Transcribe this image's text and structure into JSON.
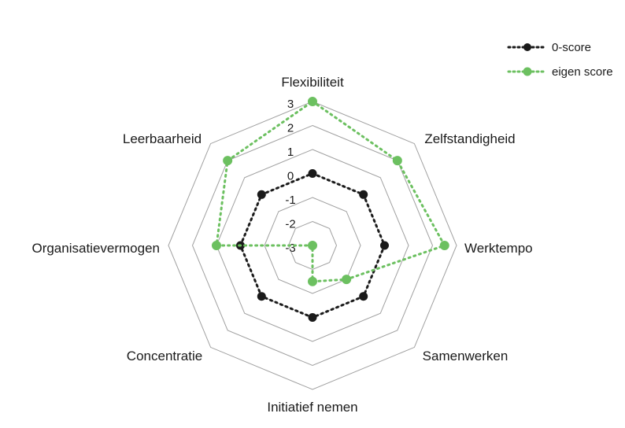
{
  "chart_data": {
    "type": "radar",
    "axes": [
      "Flexibiliteit",
      "Zelfstandigheid",
      "Werktempo",
      "Samenwerken",
      "Initiatief nemen",
      "Concentratie",
      "Organisatievermogen",
      "Leerbaarheid"
    ],
    "range": [
      -3,
      3
    ],
    "ticks": [
      "3",
      "2",
      "1",
      "0",
      "-1",
      "-2",
      "-3"
    ],
    "tick_values": [
      3,
      2,
      1,
      0,
      -1,
      -2,
      -3
    ],
    "series": [
      {
        "name": "0-score",
        "color": "#1a1a1a",
        "values": [
          0,
          0,
          0,
          0,
          0,
          0,
          0,
          0
        ]
      },
      {
        "name": "eigen score",
        "color": "#6cc060",
        "values": [
          3,
          2,
          2.5,
          -1,
          -1.5,
          -3,
          1,
          2
        ]
      }
    ],
    "legend_position": "top-right",
    "grid_color": "#a0a0a0"
  }
}
